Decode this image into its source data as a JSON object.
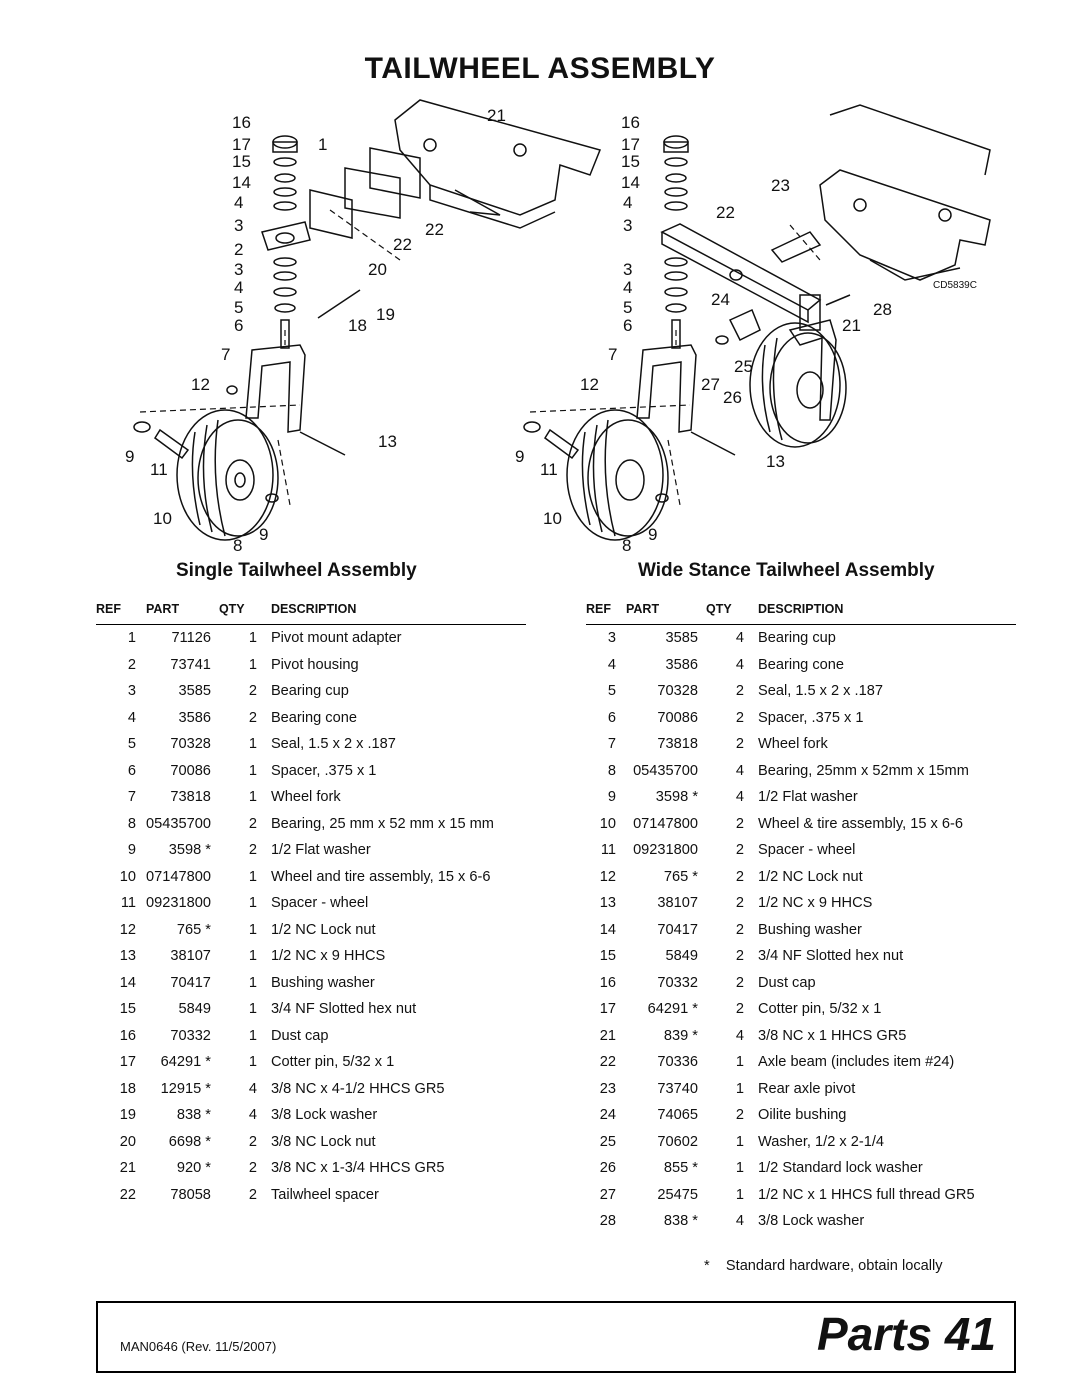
{
  "page_title": "TAILWHEEL ASSEMBLY",
  "diagram": {
    "drawing_code": "CD5839C",
    "left_callouts": [
      "16",
      "17",
      "15",
      "14",
      "4",
      "3",
      "2",
      "3",
      "4",
      "5",
      "6",
      "1",
      "21",
      "22",
      "22",
      "20",
      "19",
      "18",
      "7",
      "12",
      "13",
      "9",
      "11",
      "10",
      "8",
      "9"
    ],
    "right_callouts": [
      "16",
      "17",
      "15",
      "14",
      "4",
      "3",
      "22",
      "23",
      "3",
      "4",
      "5",
      "6",
      "24",
      "28",
      "21",
      "25",
      "7",
      "12",
      "27",
      "26",
      "13",
      "9",
      "11",
      "10",
      "8",
      "9"
    ]
  },
  "single": {
    "title": "Single Tailwheel Assembly",
    "headers": {
      "ref": "REF",
      "part": "PART",
      "qty": "QTY",
      "desc": "DESCRIPTION"
    },
    "rows": [
      {
        "ref": "1",
        "part": "71126",
        "qty": "1",
        "desc": "Pivot mount adapter"
      },
      {
        "ref": "2",
        "part": "73741",
        "qty": "1",
        "desc": "Pivot housing"
      },
      {
        "ref": "3",
        "part": "3585",
        "qty": "2",
        "desc": "Bearing cup"
      },
      {
        "ref": "4",
        "part": "3586",
        "qty": "2",
        "desc": "Bearing cone"
      },
      {
        "ref": "5",
        "part": "70328",
        "qty": "1",
        "desc": "Seal, 1.5 x 2 x  .187"
      },
      {
        "ref": "6",
        "part": "70086",
        "qty": "1",
        "desc": "Spacer,  .375 x 1"
      },
      {
        "ref": "7",
        "part": "73818",
        "qty": "1",
        "desc": "Wheel fork"
      },
      {
        "ref": "8",
        "part": "05435700",
        "qty": "2",
        "desc": "Bearing, 25 mm x 52 mm x 15 mm"
      },
      {
        "ref": "9",
        "part": "3598 *",
        "qty": "2",
        "desc": "1/2 Flat washer"
      },
      {
        "ref": "10",
        "part": "07147800",
        "qty": "1",
        "desc": "Wheel and tire assembly, 15 x 6-6"
      },
      {
        "ref": "11",
        "part": "09231800",
        "qty": "1",
        "desc": "Spacer - wheel"
      },
      {
        "ref": "12",
        "part": "765 *",
        "qty": "1",
        "desc": "1/2 NC Lock nut"
      },
      {
        "ref": "13",
        "part": "38107",
        "qty": "1",
        "desc": "1/2 NC x 9 HHCS"
      },
      {
        "ref": "14",
        "part": "70417",
        "qty": "1",
        "desc": "Bushing washer"
      },
      {
        "ref": "15",
        "part": "5849",
        "qty": "1",
        "desc": "3/4 NF Slotted hex nut"
      },
      {
        "ref": "16",
        "part": "70332",
        "qty": "1",
        "desc": "Dust cap"
      },
      {
        "ref": "17",
        "part": "64291 *",
        "qty": "1",
        "desc": "Cotter pin, 5/32 x 1"
      },
      {
        "ref": "18",
        "part": "12915 *",
        "qty": "4",
        "desc": "3/8 NC x 4-1/2 HHCS GR5"
      },
      {
        "ref": "19",
        "part": "838 *",
        "qty": "4",
        "desc": "3/8 Lock washer"
      },
      {
        "ref": "20",
        "part": "6698 *",
        "qty": "2",
        "desc": "3/8 NC Lock nut"
      },
      {
        "ref": "21",
        "part": "920 *",
        "qty": "2",
        "desc": "3/8 NC x 1-3/4 HHCS GR5"
      },
      {
        "ref": "22",
        "part": "78058",
        "qty": "2",
        "desc": "Tailwheel spacer"
      }
    ]
  },
  "wide": {
    "title": "Wide Stance Tailwheel Assembly",
    "headers": {
      "ref": "REF",
      "part": "PART",
      "qty": "QTY",
      "desc": "DESCRIPTION"
    },
    "rows": [
      {
        "ref": "3",
        "part": "3585",
        "qty": "4",
        "desc": "Bearing cup"
      },
      {
        "ref": "4",
        "part": "3586",
        "qty": "4",
        "desc": "Bearing cone"
      },
      {
        "ref": "5",
        "part": "70328",
        "qty": "2",
        "desc": "Seal, 1.5 x 2 x .187"
      },
      {
        "ref": "6",
        "part": "70086",
        "qty": "2",
        "desc": "Spacer, .375 x 1"
      },
      {
        "ref": "7",
        "part": "73818",
        "qty": "2",
        "desc": "Wheel fork"
      },
      {
        "ref": "8",
        "part": "05435700",
        "qty": "4",
        "desc": "Bearing, 25mm x 52mm x 15mm"
      },
      {
        "ref": "9",
        "part": "3598 *",
        "qty": "4",
        "desc": "1/2 Flat washer"
      },
      {
        "ref": "10",
        "part": "07147800",
        "qty": "2",
        "desc": "Wheel & tire assembly, 15 x 6-6"
      },
      {
        "ref": "11",
        "part": "09231800",
        "qty": "2",
        "desc": "Spacer - wheel"
      },
      {
        "ref": "12",
        "part": "765 *",
        "qty": "2",
        "desc": "1/2 NC Lock nut"
      },
      {
        "ref": "13",
        "part": "38107",
        "qty": "2",
        "desc": "1/2 NC x 9 HHCS"
      },
      {
        "ref": "14",
        "part": "70417",
        "qty": "2",
        "desc": "Bushing washer"
      },
      {
        "ref": "15",
        "part": "5849",
        "qty": "2",
        "desc": "3/4 NF Slotted hex nut"
      },
      {
        "ref": "16",
        "part": "70332",
        "qty": "2",
        "desc": "Dust cap"
      },
      {
        "ref": "17",
        "part": "64291 *",
        "qty": "2",
        "desc": "Cotter pin, 5/32 x 1"
      },
      {
        "ref": "21",
        "part": "839 *",
        "qty": "4",
        "desc": "3/8 NC x 1 HHCS GR5"
      },
      {
        "ref": "22",
        "part": "70336",
        "qty": "1",
        "desc": "Axle beam (includes item #24)"
      },
      {
        "ref": "23",
        "part": "73740",
        "qty": "1",
        "desc": "Rear axle pivot"
      },
      {
        "ref": "24",
        "part": "74065",
        "qty": "2",
        "desc": "Oilite bushing"
      },
      {
        "ref": "25",
        "part": "70602",
        "qty": "1",
        "desc": "Washer, 1/2 x 2-1/4"
      },
      {
        "ref": "26",
        "part": "855 *",
        "qty": "1",
        "desc": "1/2 Standard lock washer"
      },
      {
        "ref": "27",
        "part": "25475",
        "qty": "1",
        "desc": "1/2 NC x 1 HHCS full thread GR5"
      },
      {
        "ref": "28",
        "part": "838 *",
        "qty": "4",
        "desc": "3/8 Lock washer"
      }
    ]
  },
  "footnote": {
    "mark": "*",
    "text": "Standard hardware, obtain locally"
  },
  "footer": {
    "revision": "MAN0646 (Rev. 11/5/2007)",
    "page_label": "Parts 41"
  }
}
